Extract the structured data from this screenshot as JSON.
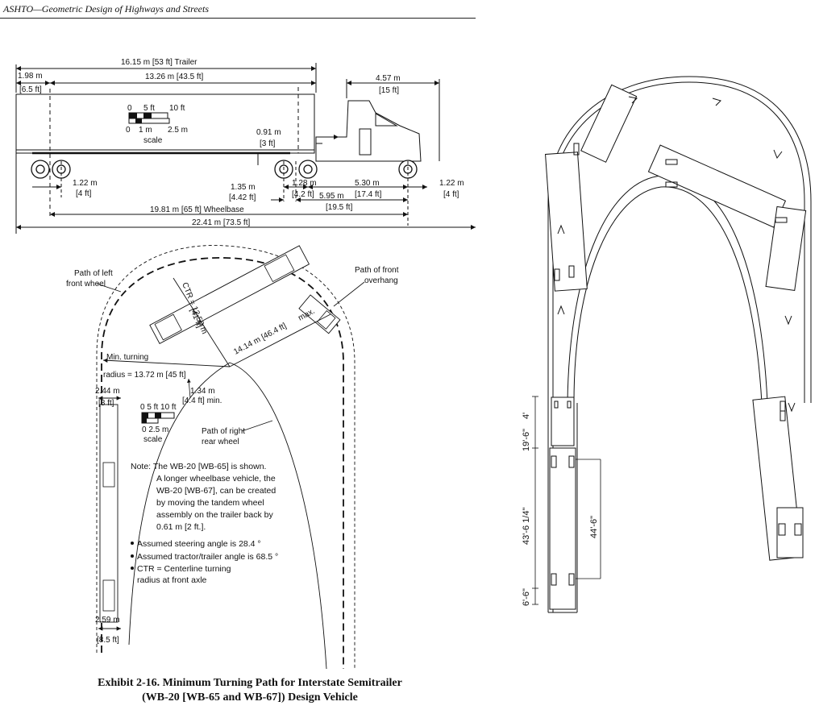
{
  "header": {
    "title": "ASHTO—Geometric Design of Highways and Streets"
  },
  "truck_dims": {
    "trailer_len": "16.15 m [53 ft] Trailer",
    "d198": "1.98 m",
    "d65": "[6.5 ft]",
    "d1326": "13.26  m [43.5 ft]",
    "d457": "4.57 m",
    "d15": "[15 ft]",
    "d091": "0.91 m",
    "d3": "[3 ft]",
    "d122a": "1.22 m",
    "d4a": "[4 ft]",
    "d135": "1.35 m",
    "d442": "[4.42 ft]",
    "d128": "1.28 m",
    "d42": "[4.2 ft]",
    "d530": "5.30 m",
    "d174": "[17.4 ft]",
    "d595": "5.95 m",
    "d195": "[19.5 ft]",
    "d122b": "1.22 m",
    "d4b": "[4 ft]",
    "wheelbase": "19.81 m [65 ft] Wheelbase",
    "overall": "22.41 m [73.5 ft]"
  },
  "scale_top": {
    "ft_labels": [
      "0",
      "5 ft",
      "10 ft"
    ],
    "m_labels": [
      "0",
      "1 m",
      "2.5 m"
    ],
    "word": "scale"
  },
  "turning": {
    "left_path": [
      "Path of left",
      "front wheel"
    ],
    "front_overhang": [
      "Path of front",
      "overhang"
    ],
    "ctr": "CTR = 12.50 m",
    "ctr_ft": "[41 ft]",
    "d1414": "14.14 m [46.4 ft]",
    "max": "max.",
    "min_turn": "Min. turning",
    "radius": "radius = 13.72 m [45 ft]",
    "d134": "1.34 m",
    "d44min": "[4.4 ft] min.",
    "d244": "2.44 m",
    "d8": "[8 ft]",
    "scale_ft": "0  5 ft 10 ft",
    "scale_m": "0    2.5 m",
    "scale_word": "scale",
    "right_path": [
      "Path of right",
      "rear wheel"
    ],
    "d259": "2.59 m",
    "d85": "[8.5 ft]"
  },
  "note": {
    "lines": [
      "Note: The WB-20 [WB-65] is shown.",
      "A longer wheelbase vehicle, the",
      "WB-20 [WB-67], can be created",
      "by moving the tandem wheel",
      "assembly on the trailer back by",
      "0.61 m [2 ft.]."
    ],
    "bullets": [
      "Assumed steering angle is 28.4 °",
      "Assumed tractor/trailer angle is 68.5 °",
      "CTR = Centerline turning",
      "radius at front axle"
    ]
  },
  "caption": {
    "line1": "Exhibit 2-16.  Minimum Turning Path for Interstate Semitrailer",
    "line2": "(WB-20 [WB-65 and WB-67]) Design Vehicle"
  },
  "right_diagram": {
    "d4": "4'",
    "d96": "19'-6\"",
    "d4314": "43'-6 1/4\"",
    "d446": "44'-6\"",
    "d66": "6'-6\""
  }
}
